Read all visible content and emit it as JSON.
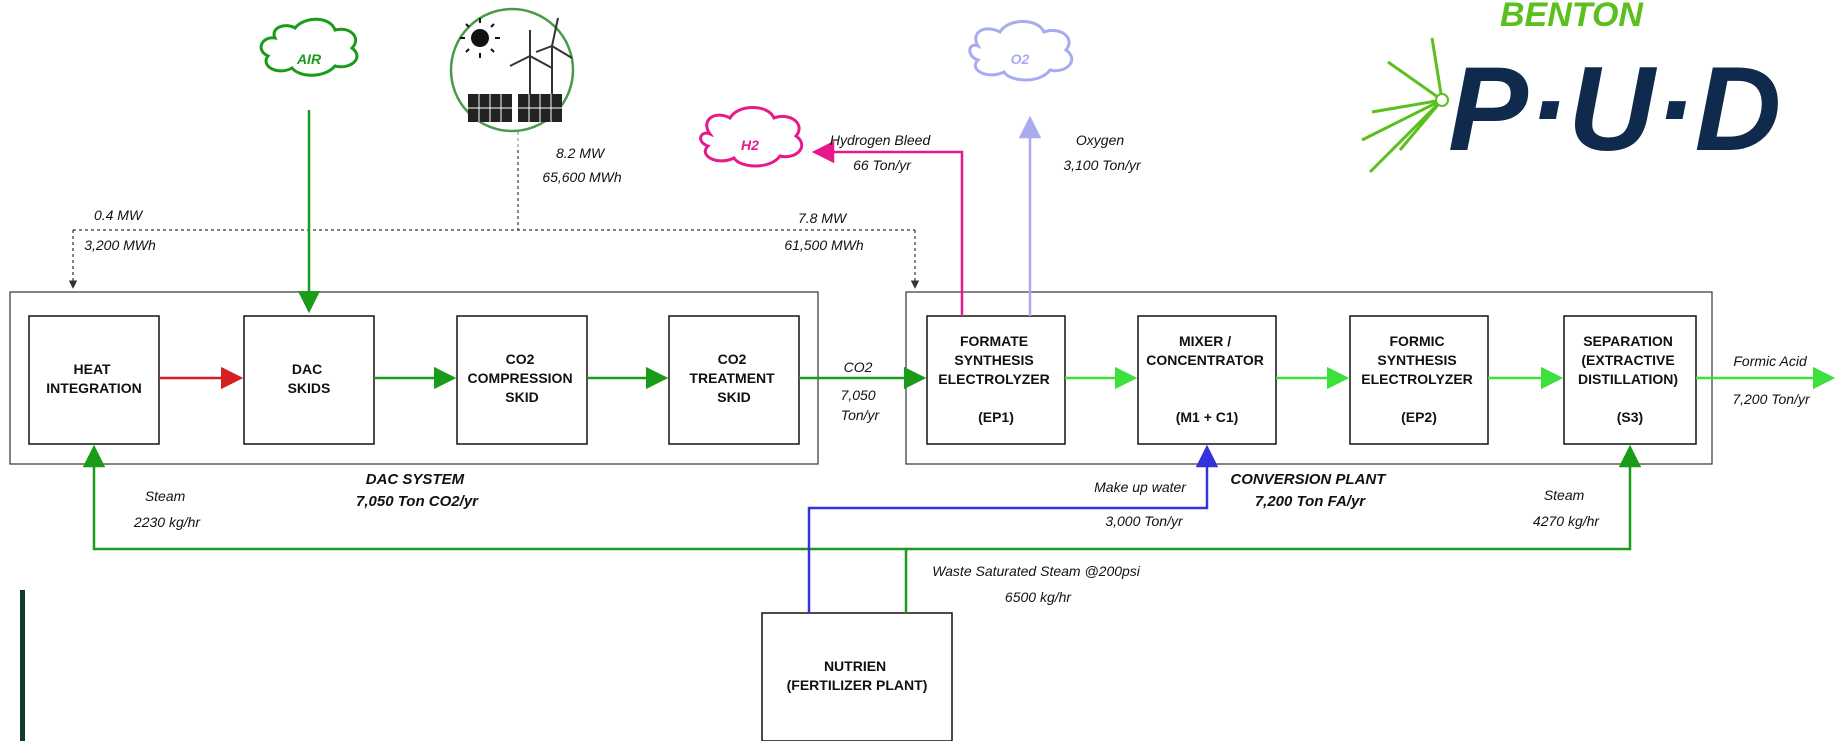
{
  "colors": {
    "green": "#1a9b1a",
    "light_green": "#3ee03e",
    "red": "#d42020",
    "magenta": "#e8198b",
    "lavender": "#a9abf0",
    "blue": "#3333dd",
    "dark_green_bar": "#0d3b2e",
    "logo_green": "#5bbf1e",
    "logo_navy": "#0f2a4d"
  },
  "logo": {
    "top": "BENTON",
    "main": "P·U·D"
  },
  "clouds": {
    "air": "AIR",
    "h2": "H2",
    "o2": "O2"
  },
  "icons": {
    "renewable": "solar-wind-icon"
  },
  "boxes": {
    "heat": [
      "HEAT",
      "INTEGRATION"
    ],
    "dac": [
      "DAC",
      "SKIDS"
    ],
    "co2_compression": [
      "CO2",
      "COMPRESSION",
      "SKID"
    ],
    "co2_treatment": [
      "CO2",
      "TREATMENT",
      "SKID"
    ],
    "formate": [
      "FORMATE",
      "SYNTHESIS",
      "ELECTROLYZER",
      "",
      "(EP1)"
    ],
    "mixer": [
      "MIXER /",
      "CONCENTRATOR",
      "",
      "",
      "(M1 + C1)"
    ],
    "formic": [
      "FORMIC",
      "SYNTHESIS",
      "ELECTROLYZER",
      "",
      "(EP2)"
    ],
    "separation": [
      "SEPARATION",
      "(EXTRACTIVE",
      "DISTILLATION)",
      "",
      "(S3)"
    ],
    "nutrien": [
      "NUTRIEN",
      "(FERTILIZER PLANT)"
    ]
  },
  "systems": {
    "dac": [
      "DAC SYSTEM",
      "7,050 Ton CO2/yr"
    ],
    "conversion": [
      "CONVERSION PLANT",
      "7,200 Ton FA/yr"
    ]
  },
  "notes": {
    "power_total": [
      "8.2 MW",
      "65,600 MWh"
    ],
    "power_dac": [
      "0.4 MW",
      "3,200 MWh"
    ],
    "power_conv": [
      "7.8 MW",
      "61,500 MWh"
    ],
    "hydrogen": [
      "Hydrogen Bleed",
      "66 Ton/yr"
    ],
    "oxygen": [
      "Oxygen",
      "3,100 Ton/yr"
    ],
    "co2": [
      "CO2",
      "7,050",
      "Ton/yr"
    ],
    "formic_acid": [
      "Formic Acid",
      "7,200 Ton/yr"
    ],
    "steam_left": [
      "Steam",
      "2230 kg/hr"
    ],
    "steam_right": [
      "Steam",
      "4270 kg/hr"
    ],
    "makeup": [
      "Make up water",
      "3,000 Ton/yr"
    ],
    "waste": [
      "Waste Saturated Steam @200psi",
      "6500 kg/hr"
    ]
  }
}
